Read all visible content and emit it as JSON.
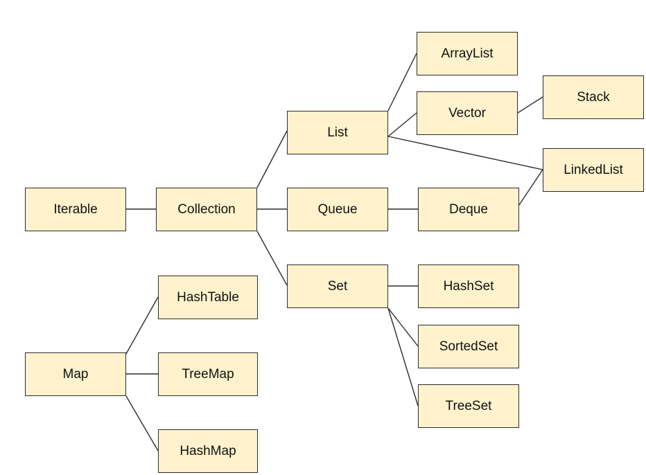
{
  "diagram": {
    "nodes": {
      "iterable": "Iterable",
      "collection": "Collection",
      "list": "List",
      "queue": "Queue",
      "set": "Set",
      "arraylist": "ArrayList",
      "vector": "Vector",
      "stack": "Stack",
      "linkedlist": "LinkedList",
      "deque": "Deque",
      "hashset": "HashSet",
      "sortedset": "SortedSet",
      "treeset": "TreeSet",
      "map": "Map",
      "hashtable": "HashTable",
      "treemap": "TreeMap",
      "hashmap": "HashMap"
    },
    "edges": [
      [
        "iterable",
        "collection"
      ],
      [
        "collection",
        "list"
      ],
      [
        "collection",
        "queue"
      ],
      [
        "collection",
        "set"
      ],
      [
        "list",
        "arraylist"
      ],
      [
        "list",
        "vector"
      ],
      [
        "list",
        "linkedlist"
      ],
      [
        "vector",
        "stack"
      ],
      [
        "queue",
        "deque"
      ],
      [
        "deque",
        "linkedlist"
      ],
      [
        "set",
        "hashset"
      ],
      [
        "set",
        "sortedset"
      ],
      [
        "set",
        "treeset"
      ],
      [
        "map",
        "hashtable"
      ],
      [
        "map",
        "treemap"
      ],
      [
        "map",
        "hashmap"
      ]
    ],
    "colors": {
      "node_fill": "#fff2cc",
      "node_border": "#2b2b2b",
      "edge": "#2b2b2b",
      "background": "#ffffff"
    }
  }
}
